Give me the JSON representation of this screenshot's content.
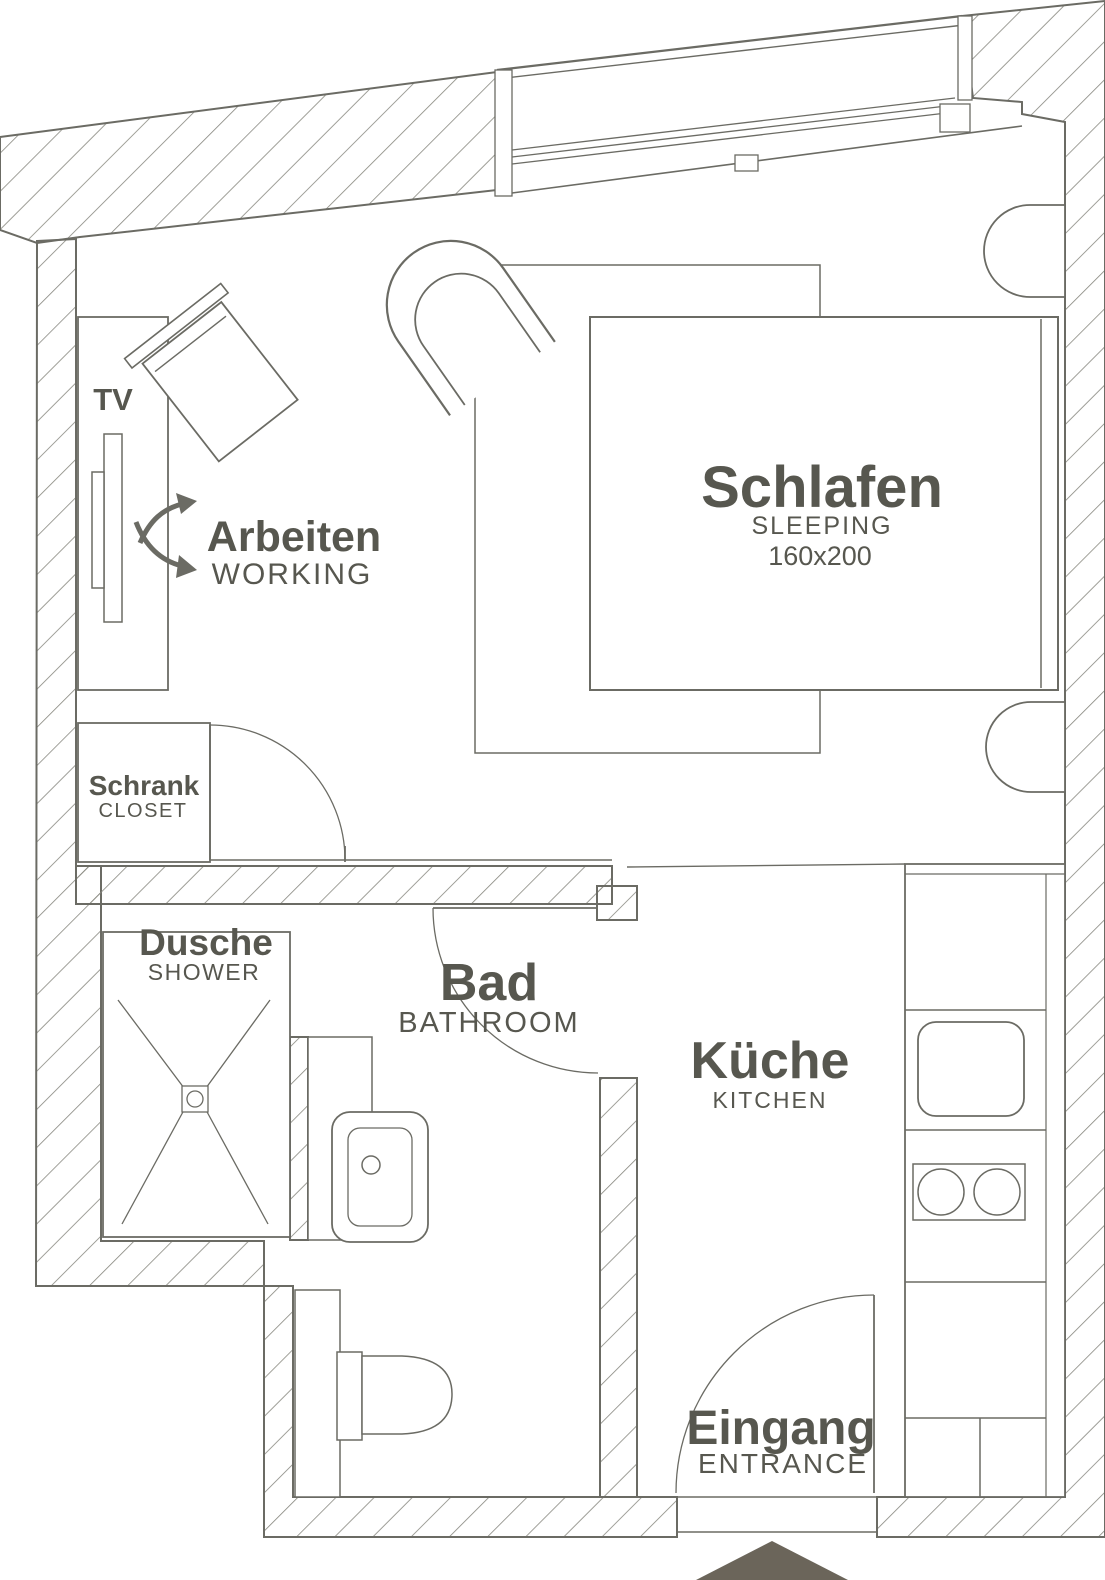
{
  "plan": {
    "rooms": {
      "working": {
        "name_de": "Arbeiten",
        "name_en": "WORKING"
      },
      "sleeping": {
        "name_de": "Schlafen",
        "name_en": "SLEEPING",
        "bed_size": "160x200"
      },
      "closet": {
        "name_de": "Schrank",
        "name_en": "CLOSET"
      },
      "shower": {
        "name_de": "Dusche",
        "name_en": "SHOWER"
      },
      "bathroom": {
        "name_de": "Bad",
        "name_en": "BATHROOM"
      },
      "kitchen": {
        "name_de": "Küche",
        "name_en": "KITCHEN"
      },
      "entrance": {
        "name_de": "Eingang",
        "name_en": "ENTRANCE"
      }
    },
    "furniture": {
      "tv_label": "TV"
    },
    "colors": {
      "line": "#6b6b64",
      "text": "#57574f",
      "hatch": "#87877f",
      "arrow_fill": "#6b655a",
      "background": "#ffffff"
    }
  }
}
